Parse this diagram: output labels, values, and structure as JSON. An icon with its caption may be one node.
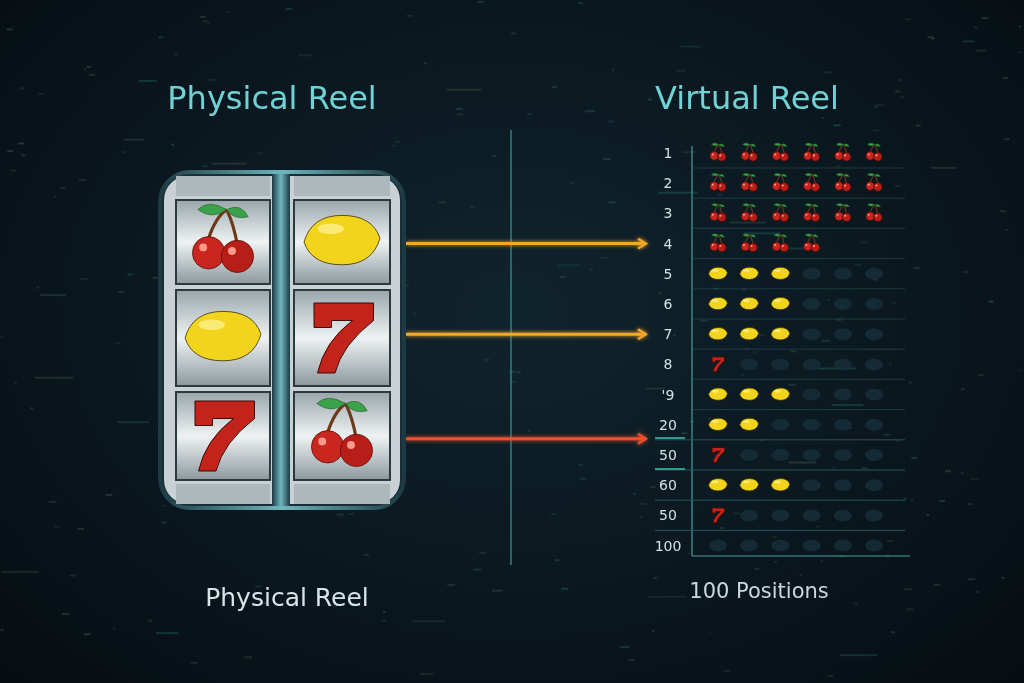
{
  "diagram": {
    "nodes": [
      {
        "text": [],
        "shape": "picture"
      },
      {
        "text": [
          "1"
        ]
      },
      {
        "text": [
          "2"
        ]
      },
      {
        "text": [
          "3"
        ]
      },
      {
        "text": [
          "4"
        ]
      },
      {
        "text": [
          "5"
        ]
      },
      {
        "text": [
          "6"
        ]
      },
      {
        "text": [
          "7"
        ]
      },
      {
        "text": [
          "8"
        ]
      },
      {
        "text": [
          "'9"
        ]
      },
      {
        "text": [
          "20"
        ]
      },
      {
        "text": [
          "50"
        ]
      },
      {
        "text": [
          "60"
        ]
      },
      {
        "text": [
          "50"
        ]
      },
      {
        "text": [
          "100"
        ]
      }
    ],
    "edges": [
      {
        "from": 0,
        "to": 4,
        "arrow": "to"
      },
      {
        "from": 0,
        "to": 7,
        "arrow": "to"
      },
      {
        "from": 0,
        "to": 10,
        "arrow": "to",
        "color": "#f0502a"
      }
    ],
    "labels": [
      "Physical Reel",
      "Virtual Reel",
      "Physical Reel",
      "100 Positions"
    ]
  }
}
